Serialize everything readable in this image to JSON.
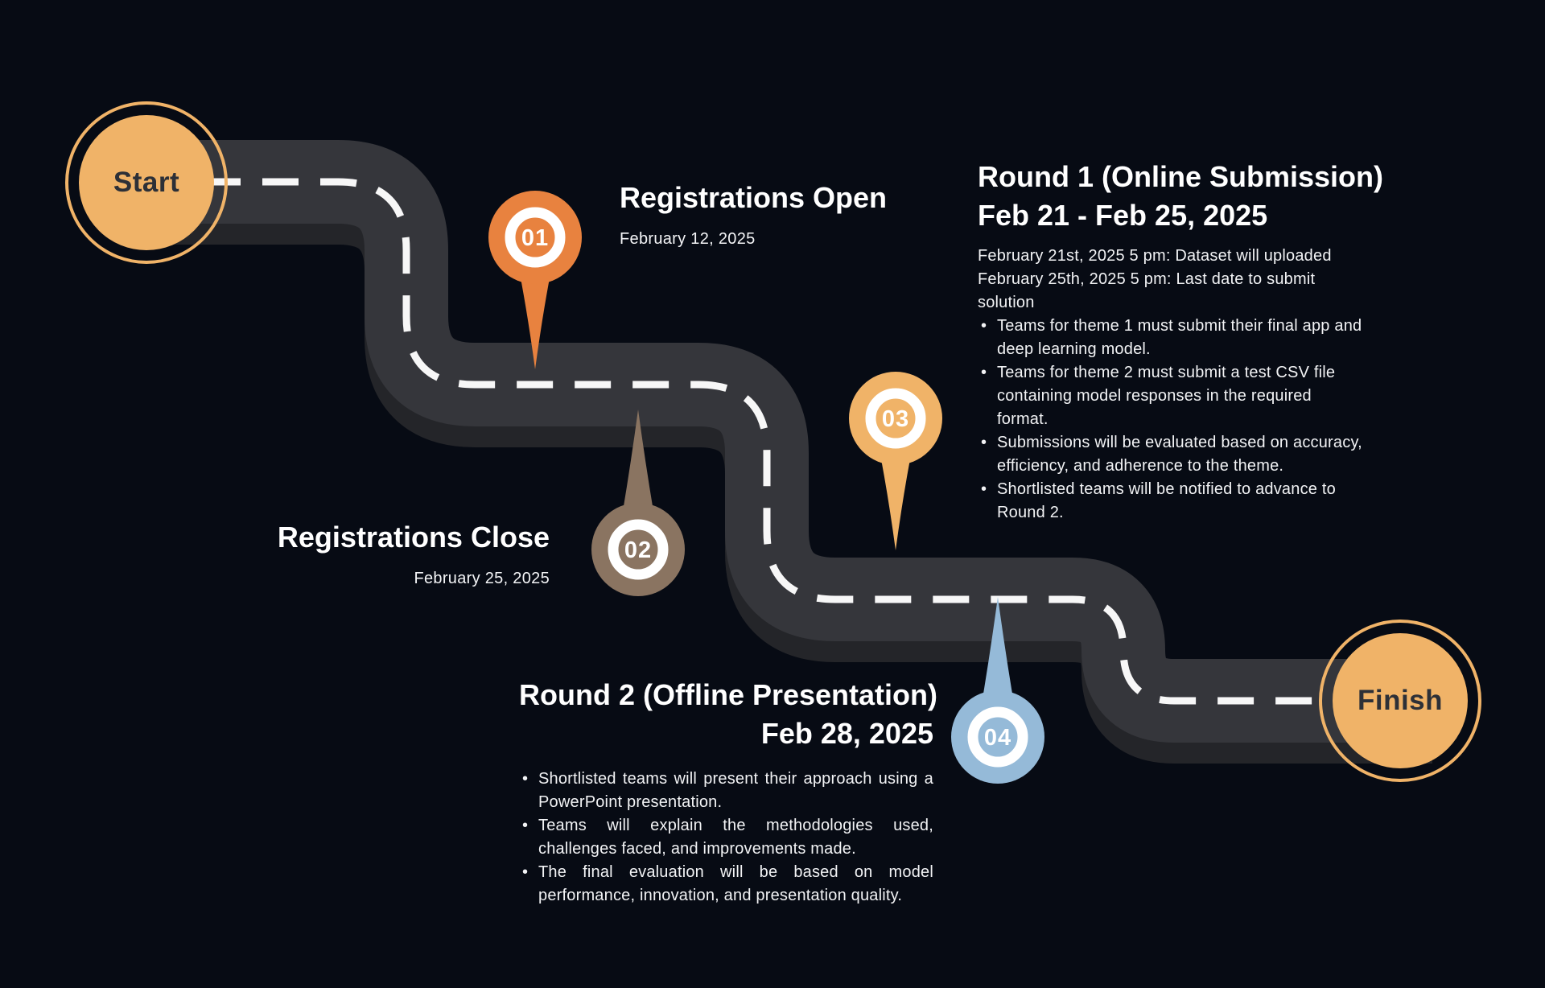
{
  "stage_labels": {
    "start": "Start",
    "finish": "Finish"
  },
  "milestone_01": {
    "number": "01",
    "title": "Registrations Open",
    "date": "February 12, 2025"
  },
  "milestone_02": {
    "number": "02",
    "title": "Registrations Close",
    "date": "February 25, 2025"
  },
  "round1": {
    "number": "03",
    "title": "Round 1 (Online Submission)",
    "date_range": "Feb 21 -  Feb 25, 2025",
    "intro_line1": "February 21st, 2025 5 pm: Dataset will uploaded",
    "intro_line2": "February 25th, 2025 5 pm: Last date to submit solution",
    "bullets": [
      "Teams for theme 1 must submit their final app and deep learning model.",
      "Teams for theme 2 must submit a test CSV file containing model responses in the required format.",
      "Submissions will be evaluated based on accuracy, efficiency, and adherence to the theme.",
      "Shortlisted teams will be notified to advance to Round 2."
    ]
  },
  "round2": {
    "number": "04",
    "title": "Round 2 (Offline Presentation)",
    "date": "Feb 28, 2025",
    "bullets": [
      "Shortlisted teams will present their approach using a PowerPoint presentation.",
      "Teams will explain the methodologies used, challenges faced, and improvements made.",
      "The final evaluation will be based on model performance, innovation, and presentation quality."
    ]
  },
  "colors": {
    "background": "#070b14",
    "road": "#35363b",
    "road_shadow": "#242529",
    "lane_marking": "#f7f7f7",
    "accent_orange": "#f0b368",
    "accent_deep_orange": "#e8823f",
    "accent_taupe": "#8a7461",
    "accent_blue": "#95bad8",
    "dark_text": "#2d3037"
  }
}
